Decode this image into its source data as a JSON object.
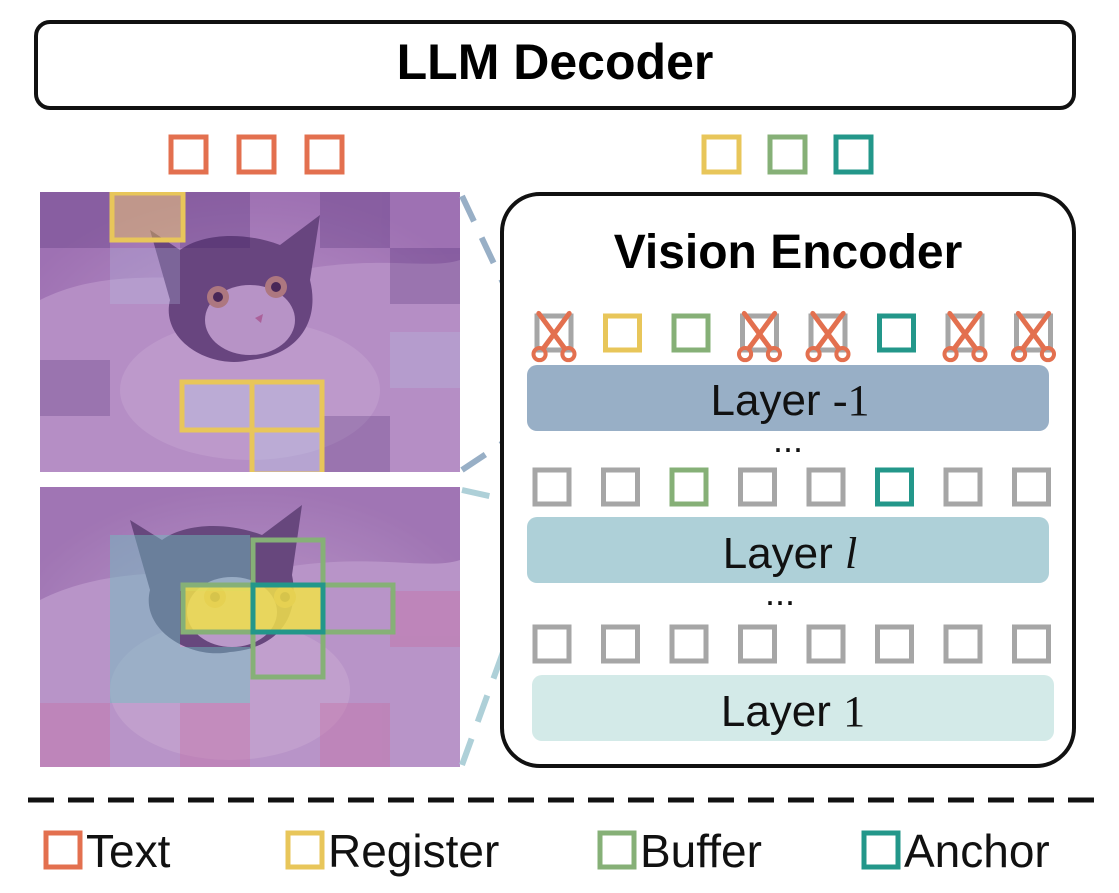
{
  "title": "LLM Decoder",
  "encoder": {
    "title": "Vision Encoder",
    "layers": [
      {
        "prefix": "Layer ",
        "index": "-1"
      },
      {
        "prefix": "Layer ",
        "index": "l"
      },
      {
        "prefix": "Layer ",
        "index": "1"
      }
    ],
    "ellipsis": "..."
  },
  "legend": [
    {
      "label": "Text",
      "color": "#e3704f"
    },
    {
      "label": "Register",
      "color": "#e8c65a"
    },
    {
      "label": "Buffer",
      "color": "#86b077"
    },
    {
      "label": "Anchor",
      "color": "#23978a"
    }
  ],
  "colors": {
    "text": "#e3704f",
    "register": "#e8c65a",
    "buffer": "#86b077",
    "anchor": "#23978a",
    "gray_token": "#a6a6a6",
    "layer_top": "#98afc6",
    "layer_mid": "#aed0d8",
    "layer_bottom": "#d3eae8",
    "image_overlay": "#7a2f9b"
  },
  "top_tokens": {
    "left": [
      "text",
      "text",
      "text"
    ],
    "right": [
      "register",
      "buffer",
      "anchor"
    ]
  },
  "token_rows": [
    [
      "pruned",
      "register",
      "buffer",
      "pruned",
      "pruned",
      "anchor",
      "pruned",
      "pruned"
    ],
    [
      "gray",
      "gray",
      "buffer",
      "gray",
      "gray",
      "anchor",
      "gray",
      "gray"
    ],
    [
      "gray",
      "gray",
      "gray",
      "gray",
      "gray",
      "gray",
      "gray",
      "gray"
    ]
  ]
}
